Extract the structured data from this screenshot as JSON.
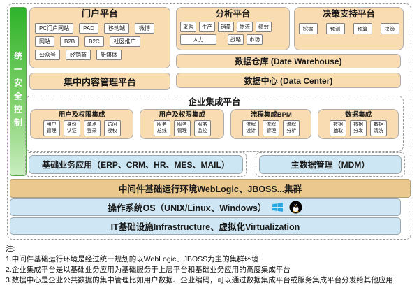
{
  "security_bar": {
    "label": "统一安全控制"
  },
  "portal": {
    "title": "门户平台",
    "row1": [
      "PC门户网站",
      "PAD",
      "移动端",
      "微博"
    ],
    "row2": [
      "网站",
      "B2B",
      "B2C",
      "社区推广"
    ],
    "row3": [
      "公众号",
      "经销商",
      "新媒体"
    ]
  },
  "cms": {
    "label": "集中内容管理平台"
  },
  "analysis": {
    "title": "分析平台",
    "row1": [
      "采购",
      "生产",
      "销量",
      "物流",
      "绩效"
    ],
    "row2": [
      "人力",
      "战略",
      "市场"
    ]
  },
  "decision": {
    "title": "决策支持平台",
    "items": [
      "挖掘",
      "预测",
      "预算",
      "决策"
    ]
  },
  "warehouse": {
    "label": "数据仓库 (Date Warehouse)"
  },
  "datacenter": {
    "label": "数据中心 (Data Center)"
  },
  "integration": {
    "title": "企业集成平台",
    "groups": [
      {
        "title": "用户及权限集成",
        "items": [
          "用户\n管理",
          "身份\n认证",
          "单点\n登录",
          "访问\n授权"
        ]
      },
      {
        "title": "用户及权限集成",
        "items": [
          "服务\n总线",
          "服务\n管理",
          "服务\n监控"
        ]
      },
      {
        "title": "流程集成BPM",
        "items": [
          "流程\n设计",
          "流程\n管理",
          "流程\n分析"
        ]
      },
      {
        "title": "数据集成",
        "items": [
          "数据\n抽取",
          "数据\n分发",
          "数据\n清洗"
        ]
      }
    ]
  },
  "base_apps": {
    "label": "基础业务应用（ERP、CRM、HR、MES、MAIL）"
  },
  "mdm": {
    "label": "主数据管理（MDM）"
  },
  "middleware": {
    "label": "中间件基础运行环境WebLogic、JBOSS...集群"
  },
  "os": {
    "label": "操作系统OS（UNIX/Linux、Windows）"
  },
  "infrastructure": {
    "label": "IT基础设施Infrastructure、虚拟化Virtualization"
  },
  "notes": {
    "heading": "注:",
    "line1": "1.中间件基础运行环境是经过统一规划的以WebLogic、JBOSS为主的集群环境",
    "line2": "2.企业集成平台是以基础业务应用为基础服务于上层平台和基础业务应用的高度集成平台",
    "line3": "3.数据中心是企业公共数据的集中管理比如用户数据、企业编码，可以通过数据集成平台或服务集成平台分发给其他应用"
  },
  "colors": {
    "tan": "#fadcb2",
    "tan_dark": "#ebc98e",
    "blue": "#cde6f3",
    "green_top": "#2eb32a",
    "green_bottom": "#c9edbf",
    "windows_blue": "#29a9e1"
  }
}
